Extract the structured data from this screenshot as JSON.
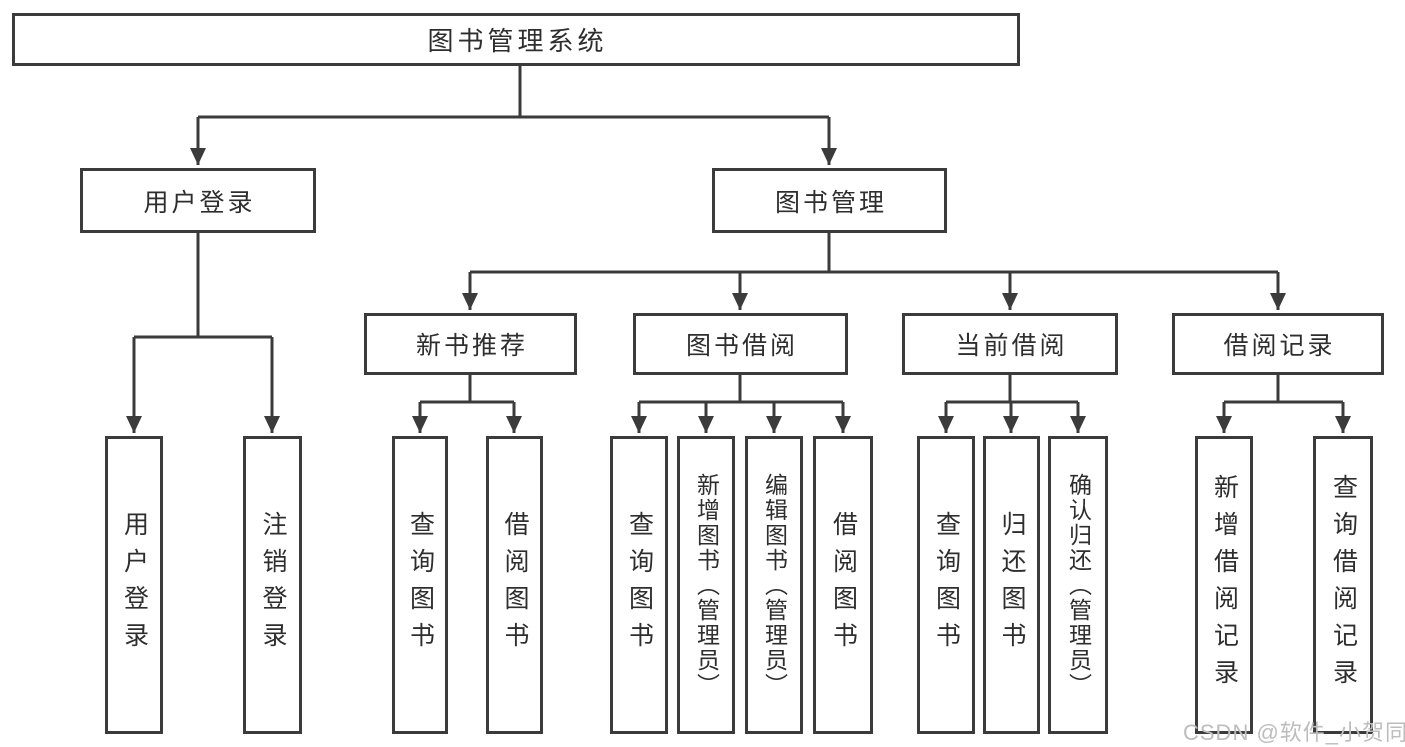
{
  "tree": {
    "label": "图书管理系统",
    "children": [
      {
        "label": "用户登录",
        "children": [
          {
            "label": "用户登录"
          },
          {
            "label": "注销登录"
          }
        ]
      },
      {
        "label": "图书管理",
        "children": [
          {
            "label": "新书推荐",
            "children": [
              {
                "label": "查询图书"
              },
              {
                "label": "借阅图书"
              }
            ]
          },
          {
            "label": "图书借阅",
            "children": [
              {
                "label": "查询图书"
              },
              {
                "label": "新增图书（管理员）"
              },
              {
                "label": "编辑图书（管理员）"
              },
              {
                "label": "借阅图书"
              }
            ]
          },
          {
            "label": "当前借阅",
            "children": [
              {
                "label": "查询图书"
              },
              {
                "label": "归还图书"
              },
              {
                "label": "确认归还（管理员）"
              }
            ]
          },
          {
            "label": "借阅记录",
            "children": [
              {
                "label": "新增借阅记录"
              },
              {
                "label": "查询借阅记录"
              }
            ]
          }
        ]
      }
    ]
  },
  "watermark": "CSDN @软件_小贺同学",
  "colors": {
    "line": "#3b3b3b",
    "text": "#2e2e2e",
    "watermark": "#bdbdbd",
    "background": "#ffffff"
  }
}
